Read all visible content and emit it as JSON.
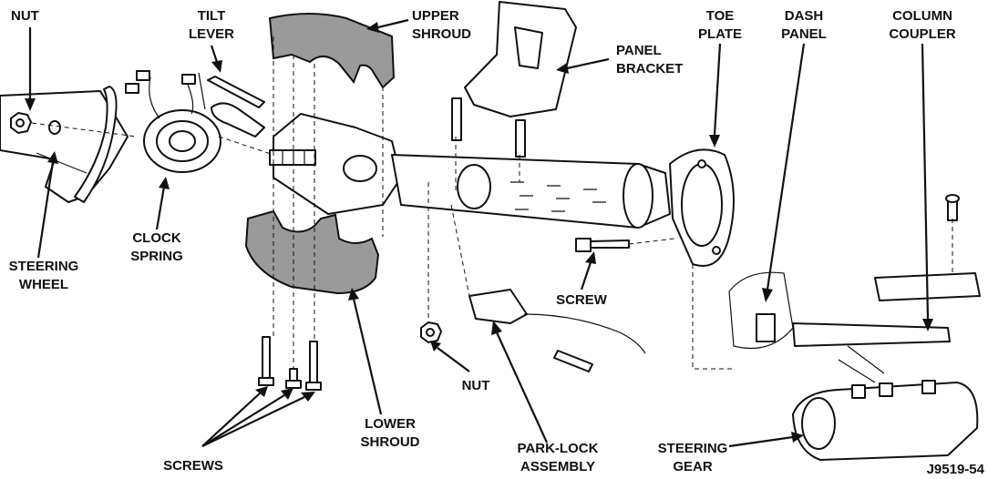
{
  "figure_id": "J9519-54",
  "labels": {
    "nut_top": "NUT",
    "tilt_lever_1": "TILT",
    "tilt_lever_2": "LEVER",
    "upper_shroud_1": "UPPER",
    "upper_shroud_2": "SHROUD",
    "panel_bracket_1": "PANEL",
    "panel_bracket_2": "BRACKET",
    "toe_plate_1": "TOE",
    "toe_plate_2": "PLATE",
    "dash_panel_1": "DASH",
    "dash_panel_2": "PANEL",
    "column_coupler_1": "COLUMN",
    "column_coupler_2": "COUPLER",
    "clock_spring_1": "CLOCK",
    "clock_spring_2": "SPRING",
    "steering_wheel_1": "STEERING",
    "steering_wheel_2": "WHEEL",
    "screw_mid": "SCREW",
    "nut_bottom": "NUT",
    "lower_shroud_1": "LOWER",
    "lower_shroud_2": "SHROUD",
    "screws": "SCREWS",
    "park_lock_1": "PARK-LOCK",
    "park_lock_2": "ASSEMBLY",
    "steering_gear_1": "STEERING",
    "steering_gear_2": "GEAR"
  }
}
